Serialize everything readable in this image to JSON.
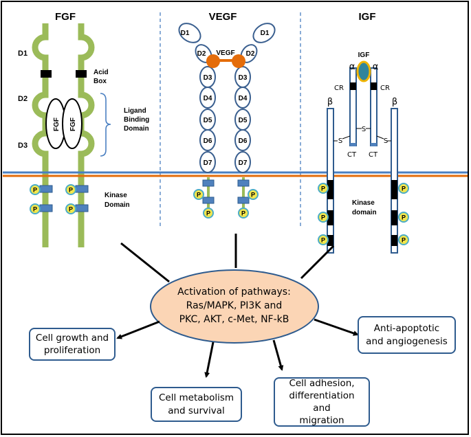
{
  "colors": {
    "fgf_green": "#9bbb59",
    "receptor_blue": "#3a5f8f",
    "membrane_blue": "#4a7fc1",
    "membrane_orange": "#e36c0a",
    "vegf_orange": "#e46c0a",
    "phospho_yellow": "#f2e64d",
    "phospho_ring": "#4bacc6",
    "center_fill": "#fbd5b5",
    "igf_fill": "#31849b",
    "igf_ring": "#f0b400"
  },
  "fgf": {
    "title": "FGF",
    "domains": [
      "D1",
      "D2",
      "D3"
    ],
    "acid_box": "Acid\nBox",
    "ligand": "FGF",
    "ligand_binding": "Ligand\nBinding\nDomain",
    "kinase": "Kinase\nDomain",
    "phospho": "P"
  },
  "vegf": {
    "title": "VEGF",
    "ligand": "VEGF",
    "domains": [
      "D1",
      "D2",
      "D3",
      "D4",
      "D5",
      "D6",
      "D7"
    ],
    "phospho": "P"
  },
  "igf": {
    "title": "IGF",
    "ligand": "IGF",
    "alpha": "α",
    "beta": "β",
    "cr": "CR",
    "ct": "CT",
    "s": "S",
    "kinase": "Kinase\ndomain",
    "phospho": "P"
  },
  "center": "Activation of pathways:\nRas/MAPK, PI3K and\nPKC, AKT, c-Met, NF-kB",
  "outcomes": {
    "growth": "Cell growth and\nproliferation",
    "metabolism": "Cell metabolism\nand survival",
    "adhesion": "Cell adhesion,\ndifferentiation and\nmigration",
    "apoptotic": "Anti-apoptotic\nand angiogenesis"
  }
}
